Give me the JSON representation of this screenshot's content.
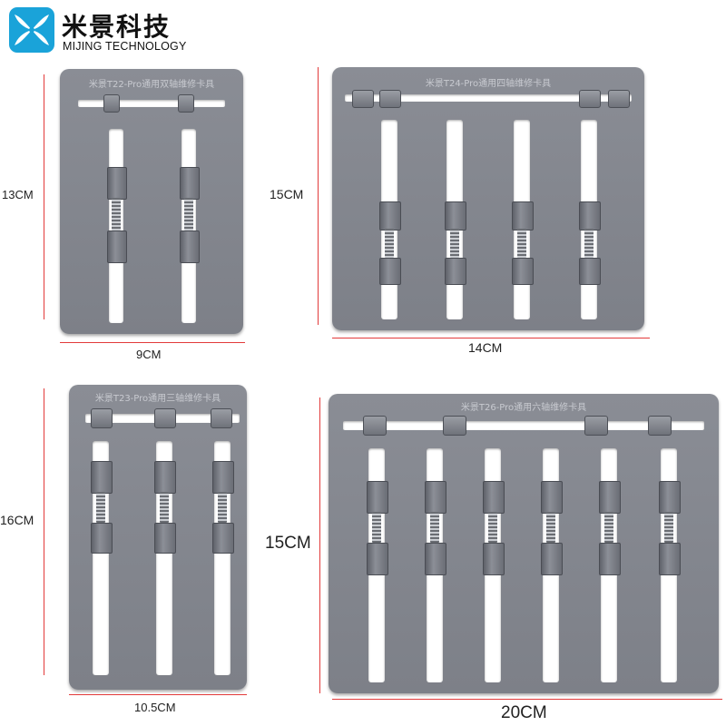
{
  "brand": {
    "logo_icon": "mijing-logo-icon",
    "name_cn": "米景科技",
    "name_en": "MIJING TECHNOLOGY",
    "logo_color": "#1aa3d9"
  },
  "fixtures": [
    {
      "label": "米景T22-Pro通用双轴维修卡具",
      "width": "9CM",
      "height": "13CM",
      "axes": 2
    },
    {
      "label": "米景T24-Pro通用四轴维修卡具",
      "width": "14CM",
      "height": "15CM",
      "axes": 4
    },
    {
      "label": "米景T23-Pro通用三轴维修卡具",
      "width": "10.5CM",
      "height": "16CM",
      "axes": 3
    },
    {
      "label": "米景T26-Pro通用六轴维修卡具",
      "width": "20CM",
      "height": "15CM",
      "axes": 6
    }
  ],
  "colors": {
    "plate": "#868991",
    "dimension_line": "#e23a3a"
  }
}
